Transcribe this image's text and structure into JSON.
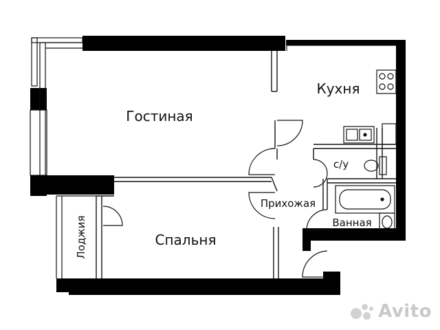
{
  "rooms": {
    "living": "Гостиная",
    "kitchen": "Кухня",
    "bedroom": "Спальня",
    "hall": "Прихожая",
    "bathroom": "Ванная",
    "toilet": "с/у",
    "loggia": "Лоджия"
  },
  "watermark": {
    "brand": "Avito"
  },
  "colors": {
    "wall": "#000000",
    "line": "#111111",
    "watermark": "#c9c9c9"
  }
}
